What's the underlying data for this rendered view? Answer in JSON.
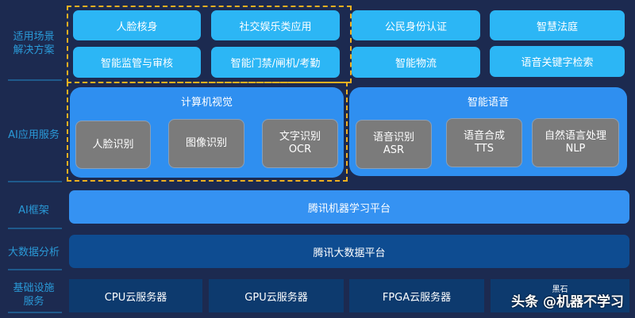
{
  "layers": {
    "scenarios": "适用场景\n解决方案",
    "ai_services": "AI应用服务",
    "ai_framework": "AI框架",
    "big_data": "大数据分析",
    "infrastructure": "基础设施\n服务"
  },
  "scenarios": [
    "人脸核身",
    "社交娱乐类应用",
    "公民身份认证",
    "智慧法庭",
    "智能监管与审核",
    "智能门禁/闸机/考勤",
    "智能物流",
    "语音关键字检索"
  ],
  "computer_vision": {
    "title": "计算机视觉",
    "items": [
      {
        "l1": "人脸识别",
        "l2": ""
      },
      {
        "l1": "图像识别",
        "l2": ""
      },
      {
        "l1": "文字识别",
        "l2": "OCR"
      }
    ]
  },
  "voice": {
    "title": "智能语音",
    "items": [
      {
        "l1": "语音识别",
        "l2": "ASR"
      },
      {
        "l1": "语音合成",
        "l2": "TTS"
      },
      {
        "l1": "自然语言处理",
        "l2": "NLP"
      }
    ]
  },
  "framework": "腾讯机器学习平台",
  "bigdata": "腾讯大数据平台",
  "infra": [
    "CPU云服务器",
    "GPU云服务器",
    "FPGA云服务器",
    "黑石"
  ],
  "watermark": "头条 @机器不学习"
}
